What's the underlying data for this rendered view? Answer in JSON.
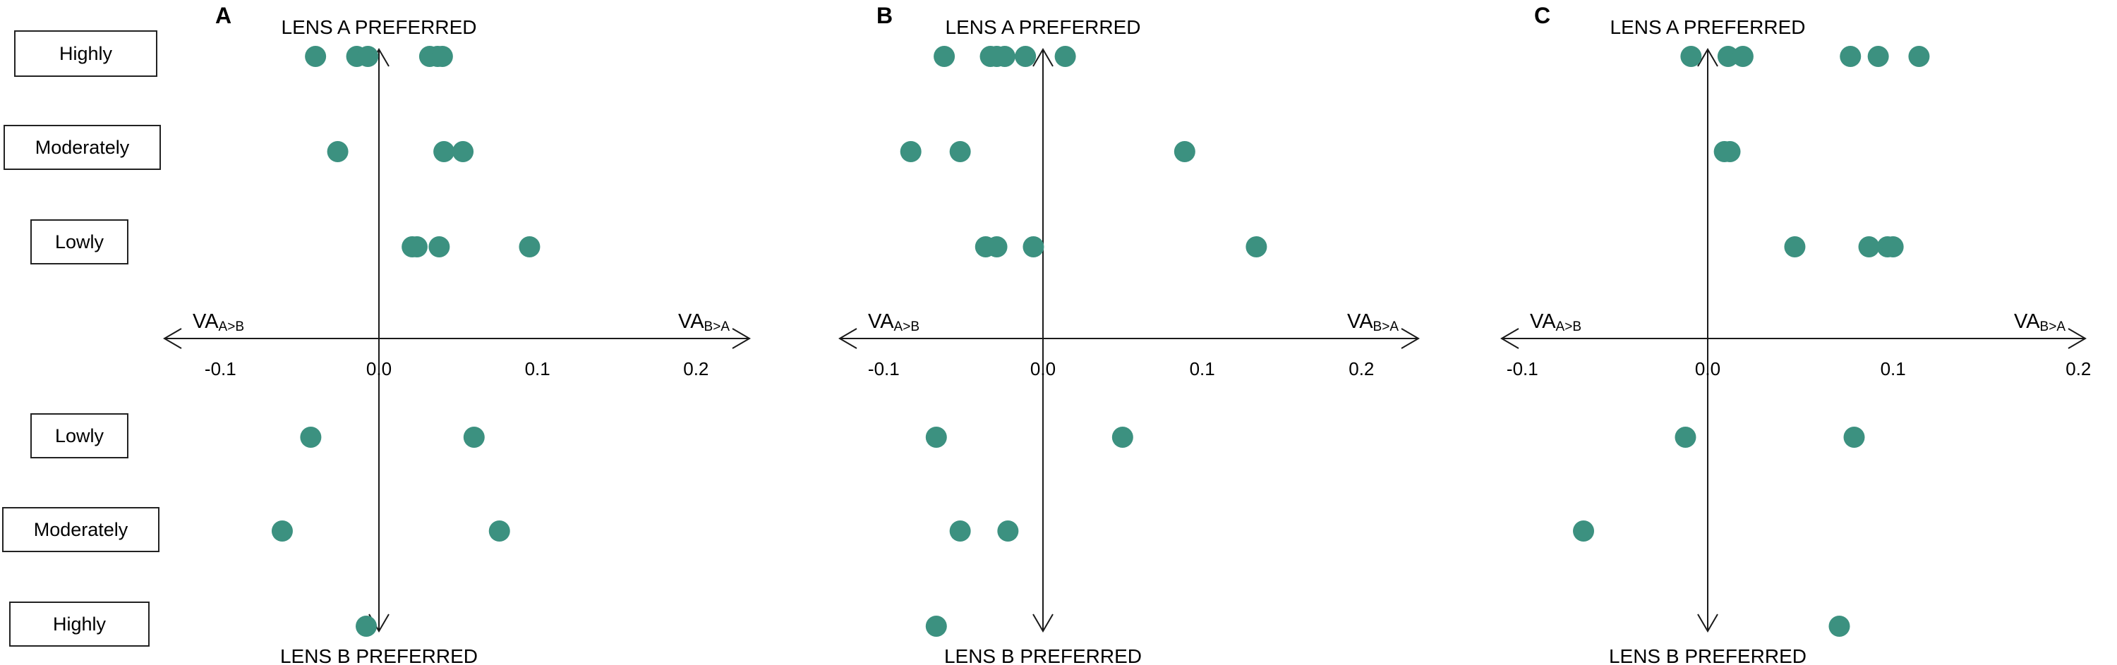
{
  "row_labels": {
    "top": [
      "Highly",
      "Moderately",
      "Lowly"
    ],
    "bottom": [
      "Lowly",
      "Moderately",
      "Highly"
    ]
  },
  "marker_color": "#3c9180",
  "axis_color": "#1a1a1a",
  "chart_data": [
    {
      "type": "scatter",
      "panel_label": "A",
      "top_label": "LENS A PREFERRED",
      "bottom_label": "LENS B PREFERRED",
      "x_label_left": {
        "main": "VA",
        "sub": "A>B"
      },
      "x_label_right": {
        "main": "VA",
        "sub": "B>A"
      },
      "xticks": [
        -0.1,
        0.0,
        0.1,
        0.2
      ],
      "xtick_labels": [
        "-0.1",
        "0.0",
        "0.1",
        "0.2"
      ],
      "xlim": [
        -0.135,
        0.235
      ],
      "grid": false,
      "series": [
        {
          "category": "Lens A preferred - Highly",
          "x": [
            -0.04,
            -0.014,
            -0.007,
            0.032,
            0.037,
            0.04
          ]
        },
        {
          "category": "Lens A preferred - Moderately",
          "x": [
            -0.026,
            0.041,
            0.053
          ]
        },
        {
          "category": "Lens A preferred - Lowly",
          "x": [
            0.021,
            0.024,
            0.038,
            0.095
          ]
        },
        {
          "category": "Lens B preferred - Lowly",
          "x": [
            -0.043,
            0.06
          ]
        },
        {
          "category": "Lens B preferred - Moderately",
          "x": [
            -0.061,
            0.076
          ]
        },
        {
          "category": "Lens B preferred - Highly",
          "x": [
            -0.008
          ]
        }
      ]
    },
    {
      "type": "scatter",
      "panel_label": "B",
      "top_label": "LENS A PREFERRED",
      "bottom_label": "LENS B PREFERRED",
      "x_label_left": {
        "main": "VA",
        "sub": "A>B"
      },
      "x_label_right": {
        "main": "VA",
        "sub": "B>A"
      },
      "xticks": [
        -0.1,
        0.0,
        0.1,
        0.2
      ],
      "xtick_labels": [
        "-0.1",
        "0.0",
        "0.1",
        "0.2"
      ],
      "xlim": [
        -0.125,
        0.24
      ],
      "grid": false,
      "series": [
        {
          "category": "Lens A preferred - Highly",
          "x": [
            -0.062,
            -0.033,
            -0.029,
            -0.024,
            -0.011,
            0.014
          ]
        },
        {
          "category": "Lens A preferred - Moderately",
          "x": [
            -0.083,
            -0.052,
            0.089
          ]
        },
        {
          "category": "Lens A preferred - Lowly",
          "x": [
            -0.036,
            -0.029,
            -0.006,
            0.134
          ]
        },
        {
          "category": "Lens B preferred - Lowly",
          "x": [
            -0.067,
            0.05
          ]
        },
        {
          "category": "Lens B preferred - Moderately",
          "x": [
            -0.052,
            -0.022
          ]
        },
        {
          "category": "Lens B preferred - Highly",
          "x": [
            -0.067
          ]
        }
      ]
    },
    {
      "type": "scatter",
      "panel_label": "C",
      "top_label": "LENS A PREFERRED",
      "bottom_label": "LENS B PREFERRED",
      "x_label_left": {
        "main": "VA",
        "sub": "A>B"
      },
      "x_label_right": {
        "main": "VA",
        "sub": "B>A"
      },
      "xticks": [
        -0.1,
        0.0,
        0.1,
        0.2
      ],
      "xtick_labels": [
        "-0.1",
        "0.0",
        "0.1",
        "0.2"
      ],
      "xlim": [
        -0.12,
        0.22
      ],
      "grid": false,
      "series": [
        {
          "category": "Lens A preferred - Highly",
          "x": [
            -0.009,
            0.011,
            0.019,
            0.077,
            0.092,
            0.114
          ]
        },
        {
          "category": "Lens A preferred - Moderately",
          "x": [
            0.009,
            0.012
          ]
        },
        {
          "category": "Lens A preferred - Lowly",
          "x": [
            0.047,
            0.087,
            0.097,
            0.1
          ]
        },
        {
          "category": "Lens B preferred - Lowly",
          "x": [
            -0.012,
            0.079
          ]
        },
        {
          "category": "Lens B preferred - Moderately",
          "x": [
            -0.067
          ]
        },
        {
          "category": "Lens B preferred - Highly",
          "x": [
            0.071
          ]
        }
      ]
    }
  ]
}
